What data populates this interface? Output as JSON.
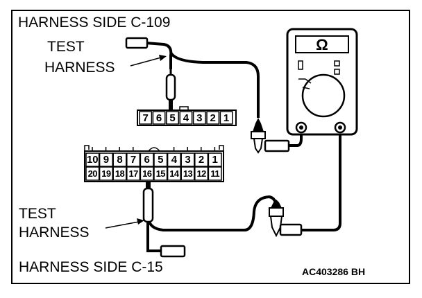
{
  "labels": {
    "top_connector": "HARNESS SIDE C-109",
    "test_harness_top": [
      "TEST",
      "HARNESS"
    ],
    "test_harness_bottom": [
      "TEST",
      "HARNESS"
    ],
    "bottom_connector": "HARNESS SIDE C-15",
    "figure_code": "AC403286 BH"
  },
  "ohmmeter": {
    "symbol": "Ω"
  },
  "connector_c109": {
    "pins": [
      "7",
      "6",
      "5",
      "4",
      "3",
      "2",
      "1"
    ]
  },
  "connector_c15": {
    "top_row": [
      "10",
      "9",
      "8",
      "7",
      "6",
      "5",
      "4",
      "3",
      "2",
      "1"
    ],
    "bottom_row": [
      "20",
      "19",
      "18",
      "17",
      "16",
      "15",
      "14",
      "13",
      "12",
      "11"
    ]
  },
  "icons": {
    "meter": "ohmmeter-icon",
    "probe": "test-probe-icon",
    "clip": "alligator-clip-icon",
    "plug": "test-plug-icon"
  }
}
